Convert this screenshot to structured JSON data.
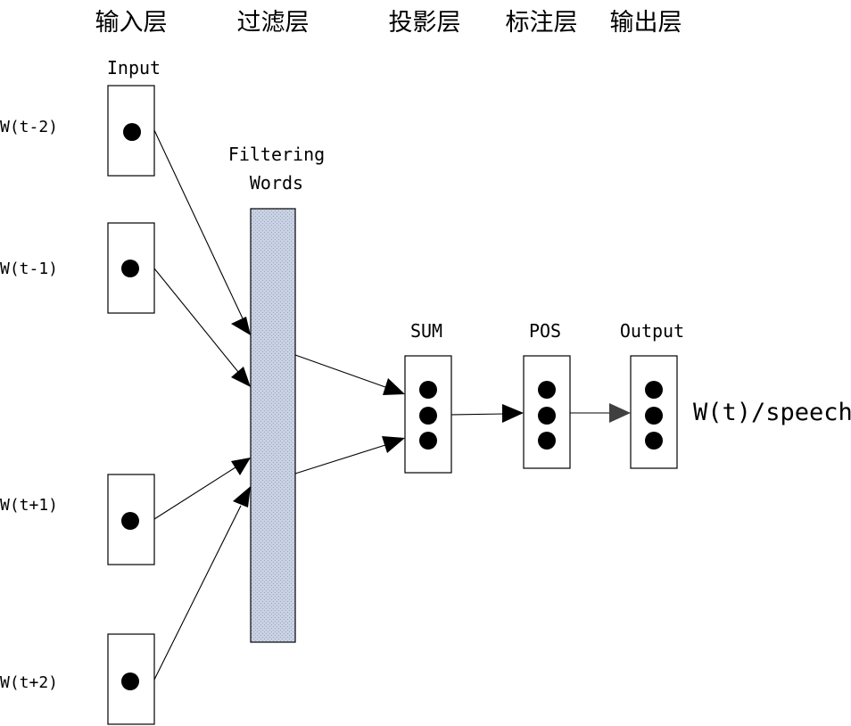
{
  "layer_headers": [
    "输入层",
    "过滤层",
    "投影层",
    "标注层",
    "输出层"
  ],
  "labels": {
    "input_header": "Input",
    "filter_header_line1": "Filtering",
    "filter_header_line2": "Words",
    "sum": "SUM",
    "pos": "POS",
    "output": "Output",
    "result": "W(t)/speech"
  },
  "inputs": [
    "W(t-2)",
    "W(t-1)",
    "W(t+1)",
    "W(t+2)"
  ],
  "colors": {
    "filter_fill": "#c9d2e4",
    "stroke": "#000000",
    "output_arrow": "#404040"
  }
}
